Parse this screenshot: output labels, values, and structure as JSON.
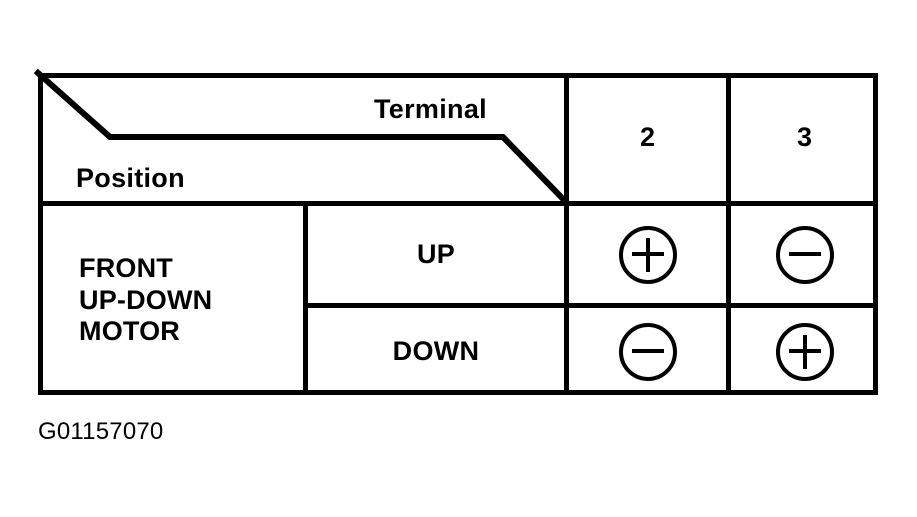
{
  "figure": {
    "caption": "G01157070",
    "header": {
      "column_axis_label": "Terminal",
      "row_axis_label": "Position"
    },
    "terminals": [
      {
        "label": "2"
      },
      {
        "label": "3"
      }
    ],
    "component": {
      "name_lines": [
        "FRONT",
        "UP-DOWN",
        "MOTOR"
      ]
    },
    "rows": [
      {
        "direction": "UP",
        "cells": [
          {
            "terminal": "2",
            "symbol": "plus",
            "glyph": "+"
          },
          {
            "terminal": "3",
            "symbol": "minus",
            "glyph": "−"
          }
        ]
      },
      {
        "direction": "DOWN",
        "cells": [
          {
            "terminal": "2",
            "symbol": "minus",
            "glyph": "−"
          },
          {
            "terminal": "3",
            "symbol": "plus",
            "glyph": "+"
          }
        ]
      }
    ],
    "colors": {
      "ink": "#000000",
      "background": "#ffffff"
    }
  }
}
